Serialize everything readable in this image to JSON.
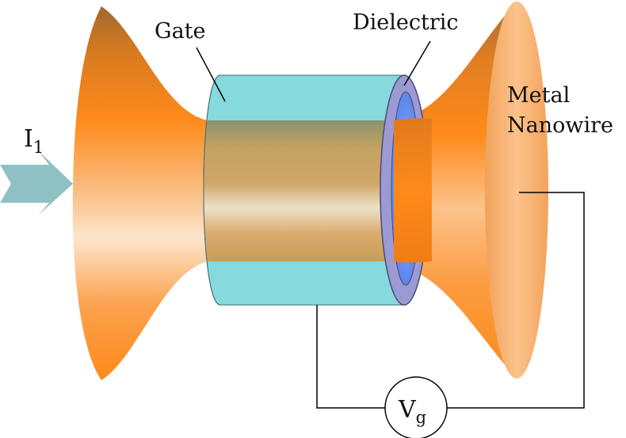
{
  "labels": {
    "gate": "Gate",
    "dielectric": "Dielectric",
    "metal_line1": "Metal",
    "metal_line2": "Nanowire",
    "current_main": "I",
    "current_sub": "1",
    "voltage_main": "V",
    "voltage_sub": "g"
  },
  "colors": {
    "nanowire": "#ff8a1a",
    "nanowire_light": "#fbe3c6",
    "nanowire_dark": "#a8702e",
    "gate": "#86d9dc",
    "dielectric": "#9c9ad2",
    "bore": "#6a8ef0",
    "arrow": "#8fc1c4",
    "wire": "#000000"
  }
}
